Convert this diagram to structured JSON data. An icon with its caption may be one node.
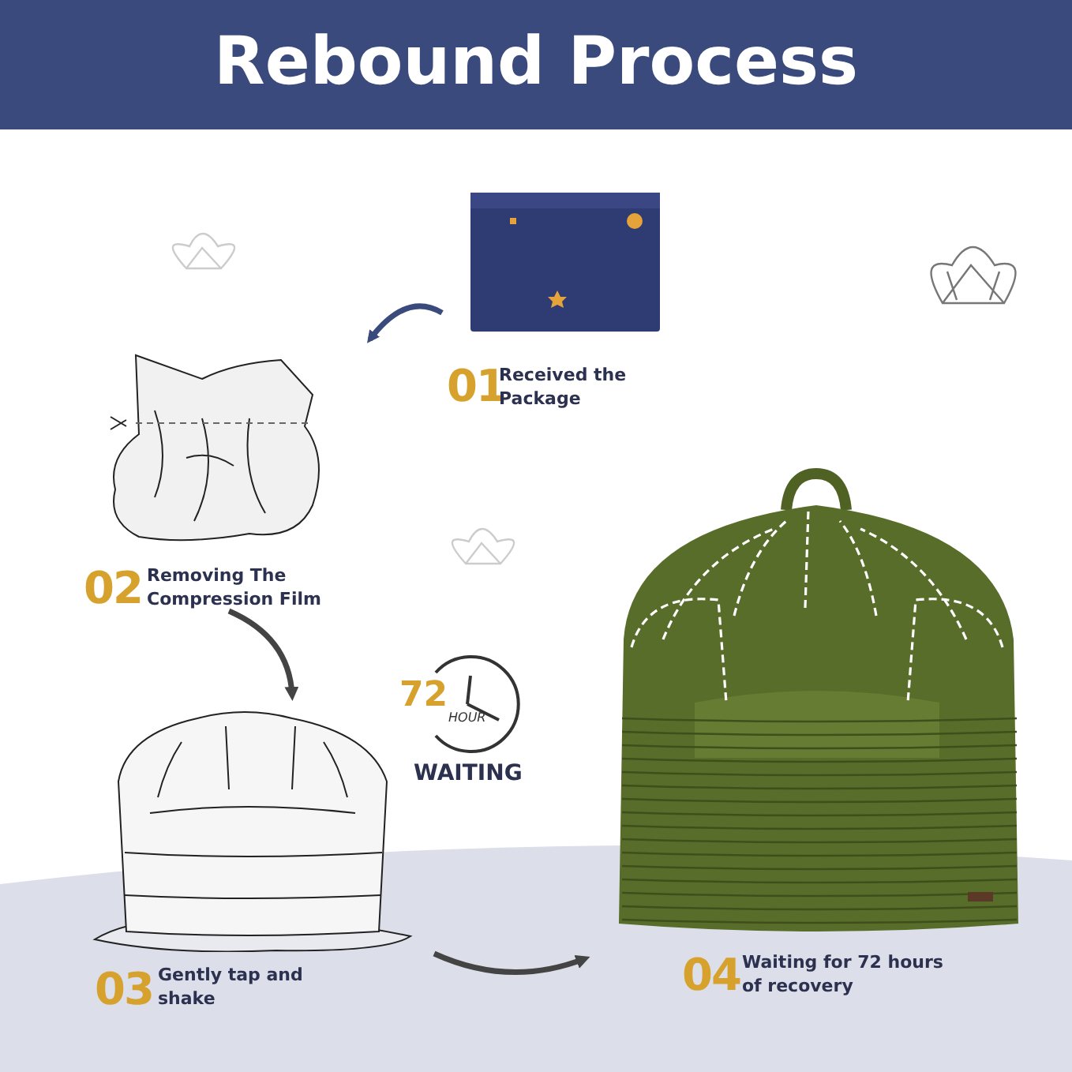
{
  "diagram": {
    "title": "Rebound Process",
    "nodes": [
      {
        "text": [
          "01",
          "Received the Package"
        ]
      },
      {
        "text": [
          "02",
          "Removing The Compression Film"
        ]
      },
      {
        "text": [
          "03",
          "Gently tap and shake"
        ]
      },
      {
        "text": [
          "04",
          "Waiting for 72 hours of recovery"
        ]
      }
    ],
    "edges": [
      {
        "from": 0,
        "to": 1,
        "arrow": "to"
      },
      {
        "from": 1,
        "to": 2,
        "arrow": "to"
      },
      {
        "from": 2,
        "to": 3,
        "arrow": "to"
      }
    ],
    "labels": [
      "72",
      "HOUR",
      "WAITING"
    ]
  }
}
